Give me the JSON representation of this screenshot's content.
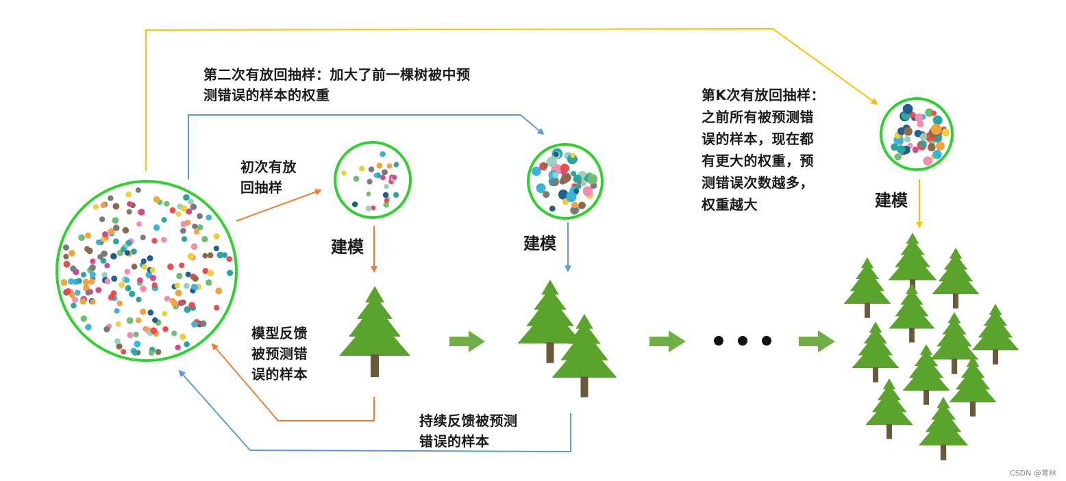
{
  "labels": {
    "sample1": [
      "初次有放",
      "回抽样"
    ],
    "sample2": [
      "第二次有放回抽样：加大了前一棵树被中预",
      "测错误的样本的权重"
    ],
    "sampleK": [
      "第K次有放回抽样：",
      "之前所有被预测错",
      "误的样本，现在都",
      "有更大的权重，预",
      "测错误次数越多，",
      "权重越大"
    ],
    "model1": "建模",
    "model2": "建模",
    "modelK": "建模",
    "feedback1": [
      "模型反馈",
      "被预测错",
      "误的样本"
    ],
    "feedback2": [
      "持续反馈被预测",
      "错误的样本"
    ],
    "ellipsis_icon": "ellipsis-dots",
    "watermark": "CSDN @育林"
  },
  "colors": {
    "circle_border": "#2ed12e",
    "tree": "#5aa32c",
    "trunk": "#6b5a3a",
    "arrow_orange": "#ee7d31",
    "arrow_blue": "#5b9bd5",
    "arrow_yellow": "#ffc000",
    "block_arrow": "#70ad47",
    "dots": [
      "#e94f4f",
      "#f4a23c",
      "#2aa6a0",
      "#1f5f8b",
      "#8b6b4a",
      "#f28db2",
      "#9ad0c2",
      "#f2cf3a",
      "#6fbf73",
      "#7a7a7a",
      "#d44a8f",
      "#3cb3d8"
    ]
  }
}
